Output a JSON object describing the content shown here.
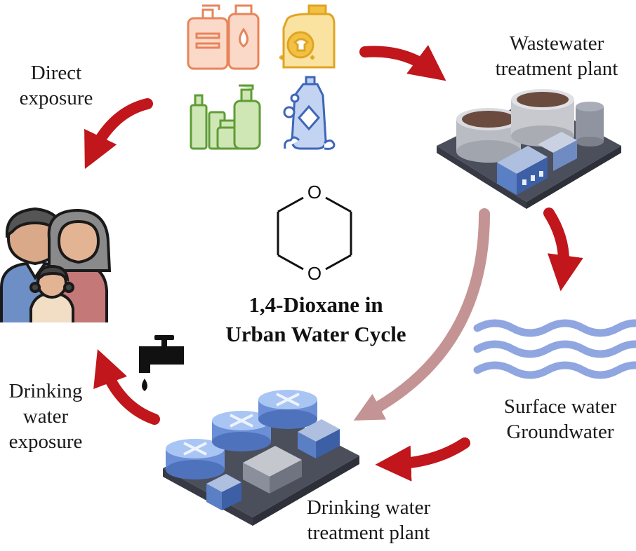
{
  "center": {
    "title_line1": "1,4-Dioxane in",
    "title_line2": "Urban Water Cycle",
    "molecule_atom_top": "O",
    "molecule_atom_bottom": "O"
  },
  "nodes": {
    "wastewater_plant": {
      "line1": "Wastewater",
      "line2": "treatment plant"
    },
    "surface_water": {
      "line1": "Surface water",
      "line2": "Groundwater"
    },
    "drinking_plant": {
      "line1": "Drinking water",
      "line2": "treatment plant"
    },
    "drinking_exposure": {
      "line1": "Drinking",
      "line2": "water",
      "line3": "exposure"
    },
    "direct_exposure": {
      "line1": "Direct",
      "line2": "exposure"
    }
  },
  "colors": {
    "arrow_red": "#c0161c",
    "arrow_pale": "#c49494",
    "orange": "#e8845a",
    "yellow": "#f2c144",
    "green": "#7dbb4e",
    "blue": "#4a78c8",
    "water_blue": "#8fa6e0"
  },
  "icons": {
    "products": "personal-care-products-icon",
    "wwtp": "wastewater-treatment-plant-icon",
    "water": "water-waves-icon",
    "dwtp": "drinking-water-treatment-plant-icon",
    "family": "family-icon",
    "tap": "water-tap-icon"
  }
}
